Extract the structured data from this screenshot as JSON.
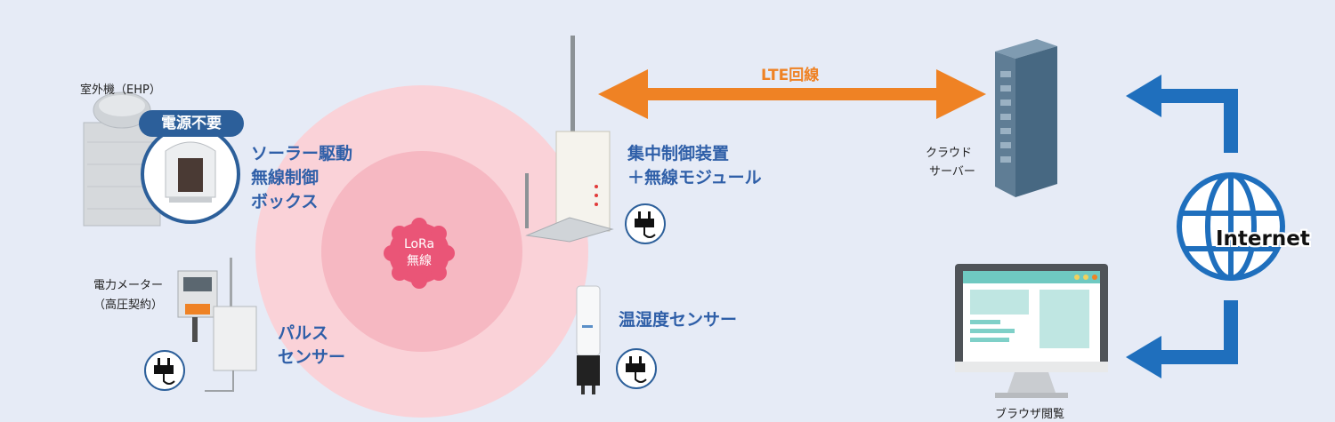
{
  "labels": {
    "outdoor_unit": "室外機（EHP）",
    "no_power_badge": "電源不要",
    "solar_box": [
      "ソーラー駆動",
      "無線制御",
      "ボックス"
    ],
    "lora": [
      "LoRa",
      "無線"
    ],
    "central_controller": [
      "集中制御装置",
      "＋無線モジュール"
    ],
    "lte": "LTE回線",
    "cloud_server": [
      "クラウド",
      "サーバー"
    ],
    "internet": "Internet",
    "power_meter": [
      "電力メーター",
      "（高圧契約）"
    ],
    "pulse_sensor": [
      "パルス",
      "センサー"
    ],
    "temp_humidity_sensor": "温湿度センサー",
    "browser": "ブラウザ閲覧"
  },
  "colors": {
    "background": "#e6ebf6",
    "blue_text": "#2f5fa8",
    "lte_orange": "#ef8224",
    "internet_blue": "#1f6fbd",
    "badge_navy": "#2c5f9a",
    "lora_pink": "#ea5577"
  },
  "icons": [
    "power-plug-icon",
    "globe-icon",
    "server-icon",
    "monitor-icon",
    "antenna-icon"
  ]
}
